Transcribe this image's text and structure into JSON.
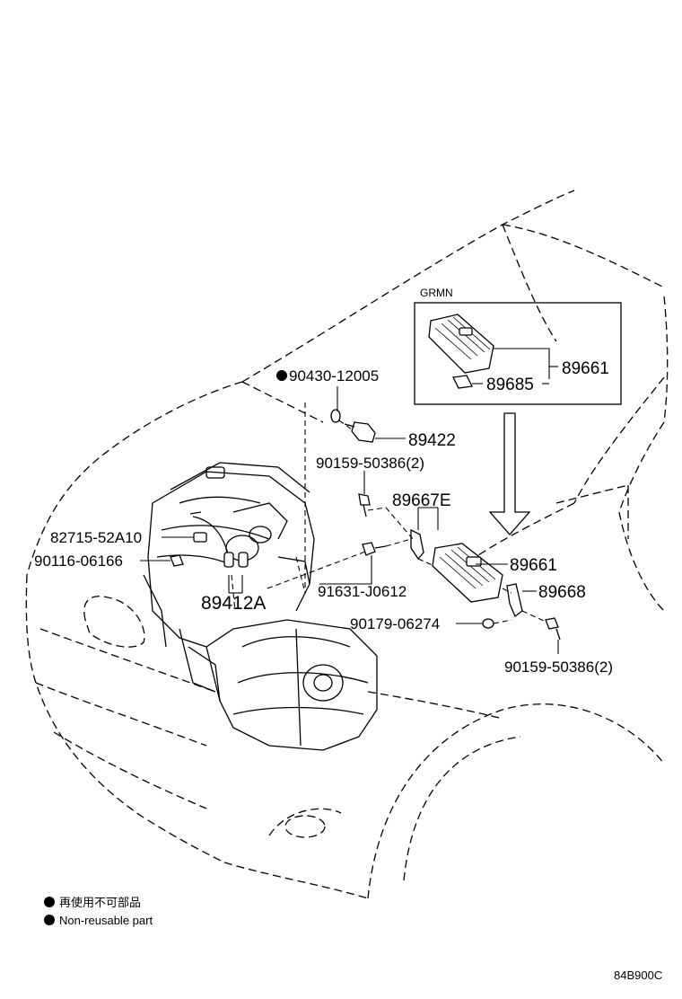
{
  "diagram": {
    "figure_code": "84B900C",
    "inset_label": "GRMN",
    "part_labels": {
      "p_90430": "90430-12005",
      "p_89422": "89422",
      "p_90159_top": "90159-50386(2)",
      "p_89667E": "89667E",
      "p_82715": "82715-52A10",
      "p_90116": "90116-06166",
      "p_89412A": "89412A",
      "p_91631": "91631-J0612",
      "p_89661_main": "89661",
      "p_89668": "89668",
      "p_90179": "90179-06274",
      "p_90159_bottom": "90159-50386(2)",
      "p_89661_inset": "89661",
      "p_89685": "89685"
    },
    "legend": {
      "line1": "再使用不可部品",
      "line2": "Non-reusable part"
    }
  }
}
